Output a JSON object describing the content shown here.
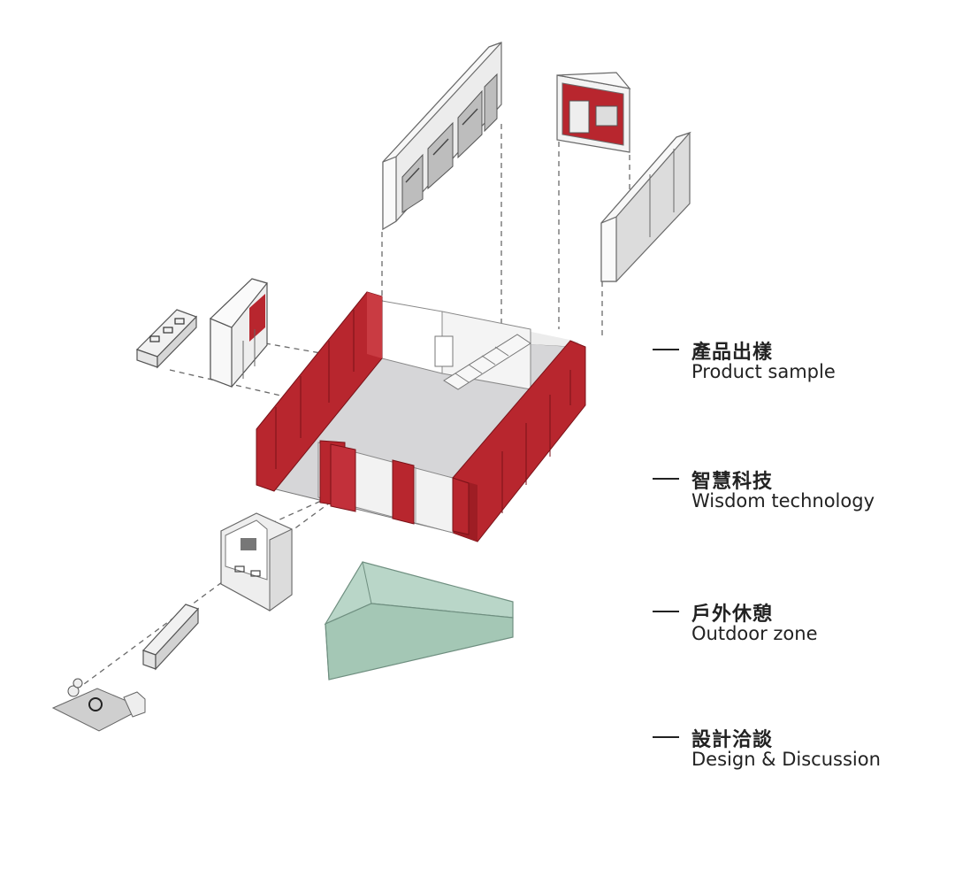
{
  "colors": {
    "accent_red": "#b8262e",
    "floor_grey": "#d7d7d9",
    "module_white": "#f4f4f4",
    "module_grey": "#d3d3d3",
    "outdoor_green": "#9fc2b2",
    "line": "#555555"
  },
  "legend": [
    {
      "zh": "產品出樣",
      "en": "Product sample"
    },
    {
      "zh": "智慧科技",
      "en": "Wisdom technology"
    },
    {
      "zh": "戶外休憩",
      "en": "Outdoor zone"
    },
    {
      "zh": "設計洽談",
      "en": "Design & Discussion"
    }
  ]
}
